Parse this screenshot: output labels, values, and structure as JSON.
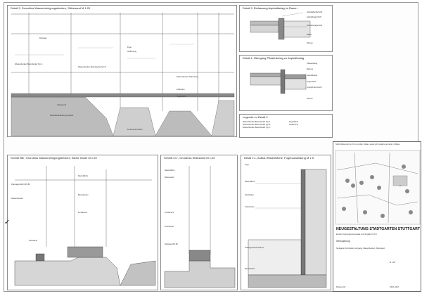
{
  "detail_sheet": {
    "panels": {
      "p1": {
        "title": "Detail 2, Grundriss Wasserreinigungsbecken, Stützwand M 1:20",
        "notes": [
          "Drainage",
          "Wasserbecken Betondeckel Typ A",
          "Wasserbecken Betondeckel Typ B",
          "Fuge",
          "Abdichtung",
          "Wasserbecken Abdeckung",
          "Fahrbahnabdeckung Asphalt",
          "Untergrund",
          "Frostschutzschicht",
          "Tragschicht",
          "Füllboden"
        ]
      },
      "p2": {
        "title": "Detail 3, Einfassung Asphaltbelag im Rasen",
        "notes": [
          "Asphaltdeckschicht",
          "Asphalttragschicht",
          "Schottertragschicht",
          "Rasen",
          "Planum"
        ]
      },
      "p3": {
        "title": "Detail 4, Übergang Pflasterbelag zu Asphaltbelag",
        "notes": [
          "Pflasterbelag",
          "Bettung",
          "Asphaltbelag",
          "Tragschicht",
          "Frostschutzschicht",
          "Planum"
        ]
      },
      "p4": {
        "title": "Legende zu Detail 2",
        "notes": [
          "Wasserbecken Betondeckel Typ A",
          "Wasserbecken Betondeckel Typ B",
          "Wasserbecken Betondeckel Typ C",
          "Fugenband",
          "Abdichtung"
        ]
      },
      "p5": {
        "title": "Schnitt BB', Grundriss Wasserreinigungsbecken, flache Kante M 1:20",
        "notes": [
          "Drainageschicht DN 80",
          "Wasserbecken",
          "Rasenfläche",
          "Betondeckel",
          "Fundament",
          "Stützwand"
        ]
      },
      "p6": {
        "title": "Schnitt CC', Grundriss Stützwand M 1:20",
        "notes": [
          "Rasenfläche",
          "Betonwand",
          "Fundament",
          "Frostschutz",
          "Drainage DN 80"
        ]
      },
      "p7": {
        "title": "Detail 2.1, Aufbau Rasenfläche, Fugenausbildung M 1:5",
        "notes": [
          "Fuge",
          "Rasenfläche",
          "Oberboden",
          "Unterboden",
          "Drainageschicht DN 80",
          "Betondeckel"
        ]
      }
    },
    "titleblock": {
      "map_note": "Nicht Maße sind vor Ort zu prüfen. Maße, sowie nicht anders vermerkt, in Meter.",
      "project": "NEUGESTALTUNG STADTGARTEN STUTTGART",
      "subtitle": "Entwurf Campusprominenade und Vorplatz K I/K II",
      "phase": "Werkplanung",
      "content": "Stuttgarter Architektur Lehrgang, Wasserbecken, Stützwand",
      "plan_no": "Planung 02",
      "scale": "M 1:20",
      "date": "03.01.2016"
    }
  }
}
